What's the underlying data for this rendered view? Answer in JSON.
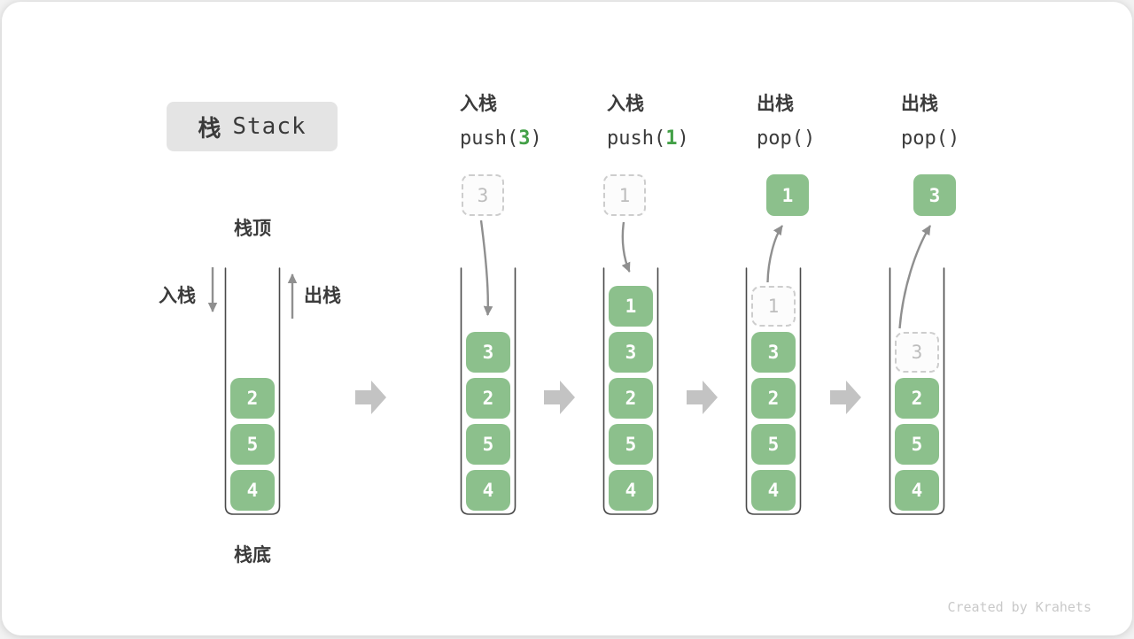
{
  "title": {
    "zh": "栈",
    "en": "Stack"
  },
  "legend": {
    "top": "栈顶",
    "bottom": "栈底",
    "push": "入栈",
    "pop": "出栈"
  },
  "credit": "Created by Krahets",
  "colors": {
    "cell_green": "#8cc08c",
    "arg_green": "#43a047",
    "flow_arrow_gray": "#c3c3c3",
    "line_arrow_gray": "#8f8f8f",
    "dashed_border": "#cdcdcd",
    "title_bg": "#e4e4e4"
  },
  "columns": [
    {
      "id": "initial",
      "cells": [
        {
          "v": "2"
        },
        {
          "v": "5"
        },
        {
          "v": "4"
        }
      ]
    },
    {
      "id": "push-3",
      "op": {
        "zh": "入栈",
        "pre": "push(",
        "arg": "3",
        "post": ")"
      },
      "float": {
        "v": "3",
        "style": "dashed"
      },
      "cells": [
        {
          "v": "3"
        },
        {
          "v": "2"
        },
        {
          "v": "5"
        },
        {
          "v": "4"
        }
      ]
    },
    {
      "id": "push-1",
      "op": {
        "zh": "入栈",
        "pre": "push(",
        "arg": "1",
        "post": ")"
      },
      "float": {
        "v": "1",
        "style": "dashed"
      },
      "cells": [
        {
          "v": "1"
        },
        {
          "v": "3"
        },
        {
          "v": "2"
        },
        {
          "v": "5"
        },
        {
          "v": "4"
        }
      ]
    },
    {
      "id": "pop-first",
      "op": {
        "zh": "出栈",
        "pre": "pop()",
        "arg": "",
        "post": ""
      },
      "float": {
        "v": "1",
        "style": "solid"
      },
      "cells": [
        {
          "v": "1",
          "ghost": true
        },
        {
          "v": "3"
        },
        {
          "v": "2"
        },
        {
          "v": "5"
        },
        {
          "v": "4"
        }
      ]
    },
    {
      "id": "pop-second",
      "op": {
        "zh": "出栈",
        "pre": "pop()",
        "arg": "",
        "post": ""
      },
      "float": {
        "v": "3",
        "style": "solid"
      },
      "cells": [
        {
          "v": "3",
          "ghost": true
        },
        {
          "v": "2"
        },
        {
          "v": "5"
        },
        {
          "v": "4"
        }
      ]
    }
  ]
}
